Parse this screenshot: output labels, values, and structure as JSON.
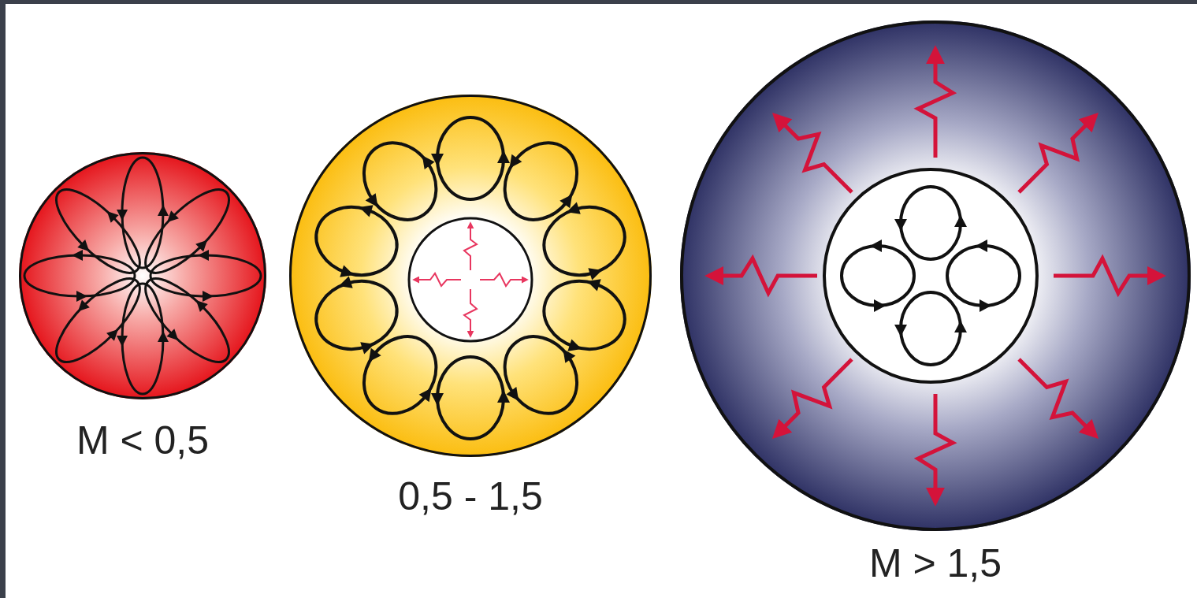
{
  "diagram": {
    "nodes": [
      {
        "text": [
          "M < 0,5"
        ]
      },
      {
        "text": [
          "0,5 - 1,5"
        ]
      },
      {
        "text": [
          "M > 1,5"
        ]
      }
    ]
  }
}
